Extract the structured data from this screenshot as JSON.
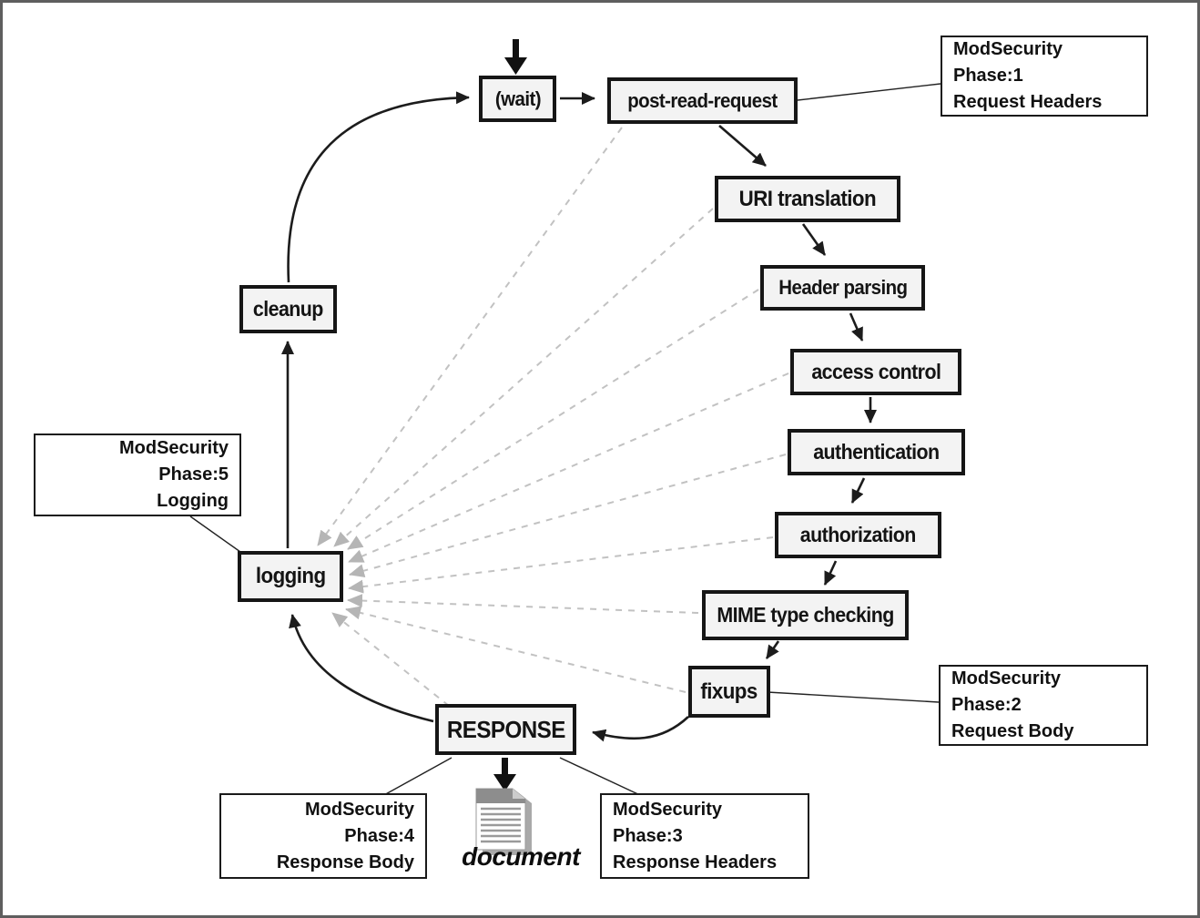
{
  "diagram": {
    "stages": {
      "wait": "(wait)",
      "post_read_request": "post-read-request",
      "uri_translation": "URI translation",
      "header_parsing": "Header parsing",
      "access_control": "access control",
      "authentication": "authentication",
      "authorization": "authorization",
      "mime_type_checking": "MIME type checking",
      "fixups": "fixups",
      "response": "RESPONSE",
      "logging": "logging",
      "cleanup": "cleanup"
    },
    "callouts": {
      "phase1": {
        "title": "ModSecurity Phase:1",
        "subtitle": "Request Headers"
      },
      "phase2": {
        "title": "ModSecurity Phase:2",
        "subtitle": "Request Body"
      },
      "phase3": {
        "title": "ModSecurity Phase:3",
        "subtitle": "Response Headers"
      },
      "phase4": {
        "title": "ModSecurity Phase:4",
        "subtitle": "Response Body"
      },
      "phase5": {
        "title": "ModSecurity Phase:5",
        "subtitle": "Logging"
      }
    },
    "document_label": "document",
    "colors": {
      "box_border": "#161616",
      "box_fill": "#f3f3f3",
      "solid_arrow": "#1c1c1c",
      "dashed_line": "#c2c2c2",
      "dashed_arrowhead": "#b5b5b5",
      "callout_border": "#1a1a1a",
      "frame_border": "#5e5e5e"
    }
  }
}
